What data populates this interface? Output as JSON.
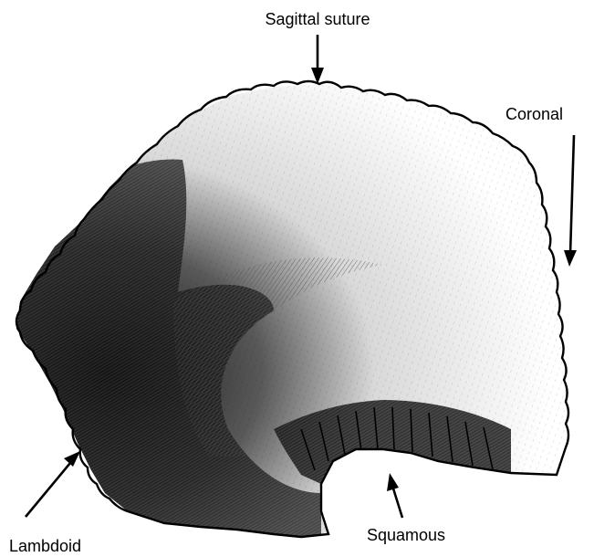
{
  "labels": {
    "sagittal": "Sagittal suture",
    "coronal": "Coronal",
    "lambdoid": "Lambdoid",
    "squamous": "Squamous"
  },
  "colors": {
    "ink": "#000000",
    "bone_light": "#ffffff",
    "bone_dark": "#1a1a1a",
    "background": "#ffffff"
  }
}
